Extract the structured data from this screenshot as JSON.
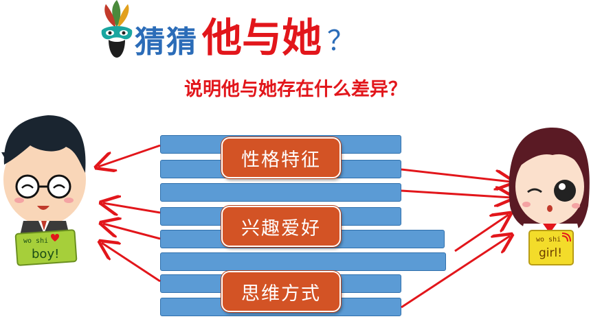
{
  "title": {
    "part1": "猜猜",
    "part2": "他与她",
    "part3": "？"
  },
  "question": "说明他与她存在什么差异？",
  "tags": [
    "性格特征",
    "兴趣爱好",
    "思维方式"
  ],
  "boy_sign": {
    "line1": "wo shi",
    "line2": "boy!"
  },
  "girl_sign": {
    "line1": "wo shi",
    "line2": "girl!"
  },
  "colors": {
    "accent_red": "#e2161b",
    "title_blue": "#2b6cb8",
    "bar_blue": "#5b9bd5",
    "tag_orange": "#d35325"
  }
}
